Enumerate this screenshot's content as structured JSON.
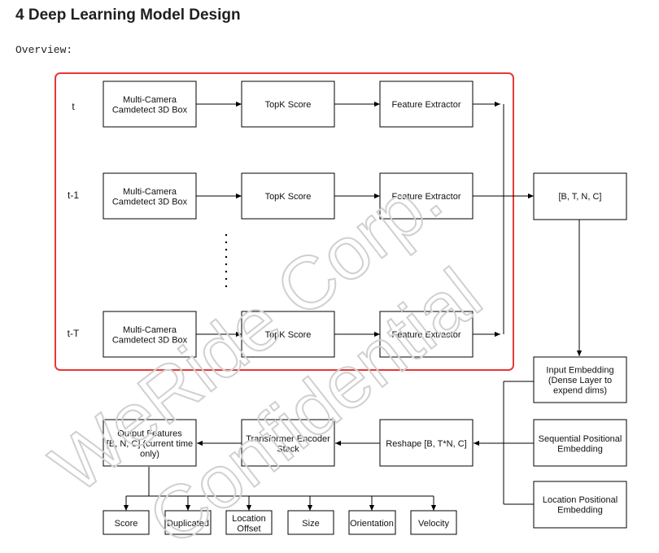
{
  "page": {
    "title": "4 Deep Learning Model Design",
    "overview_label": "Overview:"
  },
  "diagram": {
    "time_labels": {
      "t0": "t",
      "t1": "t-1",
      "tT": "t-T"
    },
    "nodes": {
      "mc_t0": "Multi-Camera\nCamdetect 3D Box",
      "mc_t1": "Multi-Camera\nCamdetect 3D Box",
      "mc_tT": "Multi-Camera\nCamdetect 3D Box",
      "topk_t0": "TopK Score",
      "topk_t1": "TopK Score",
      "topk_tT": "TopK Score",
      "fe_t0": "Feature Extractor",
      "fe_t1": "Feature Extractor",
      "fe_tT": "Feature Extractor",
      "btnc": "[B, T, N, C]",
      "input_emb": "Input Embedding\n(Dense Layer to\nexpend dims)",
      "seq_pos": "Sequential Positional\nEmbedding",
      "loc_pos": "Location Positional\nEmbedding",
      "reshape": "Reshape [B, T*N, C]",
      "transformer": "Transformer Encoder\nStack",
      "output": "Output Features\n[B, N, C] (current time\nonly)",
      "out_score": "Score",
      "out_dup": "Duplicated",
      "out_loc": "Location\nOffset",
      "out_size": "Size",
      "out_orient": "Orientation",
      "out_vel": "Velocity"
    },
    "highlight_color": "#e53935"
  },
  "watermark": {
    "line1": "WeRide Corp.",
    "line2": "Confidential"
  }
}
